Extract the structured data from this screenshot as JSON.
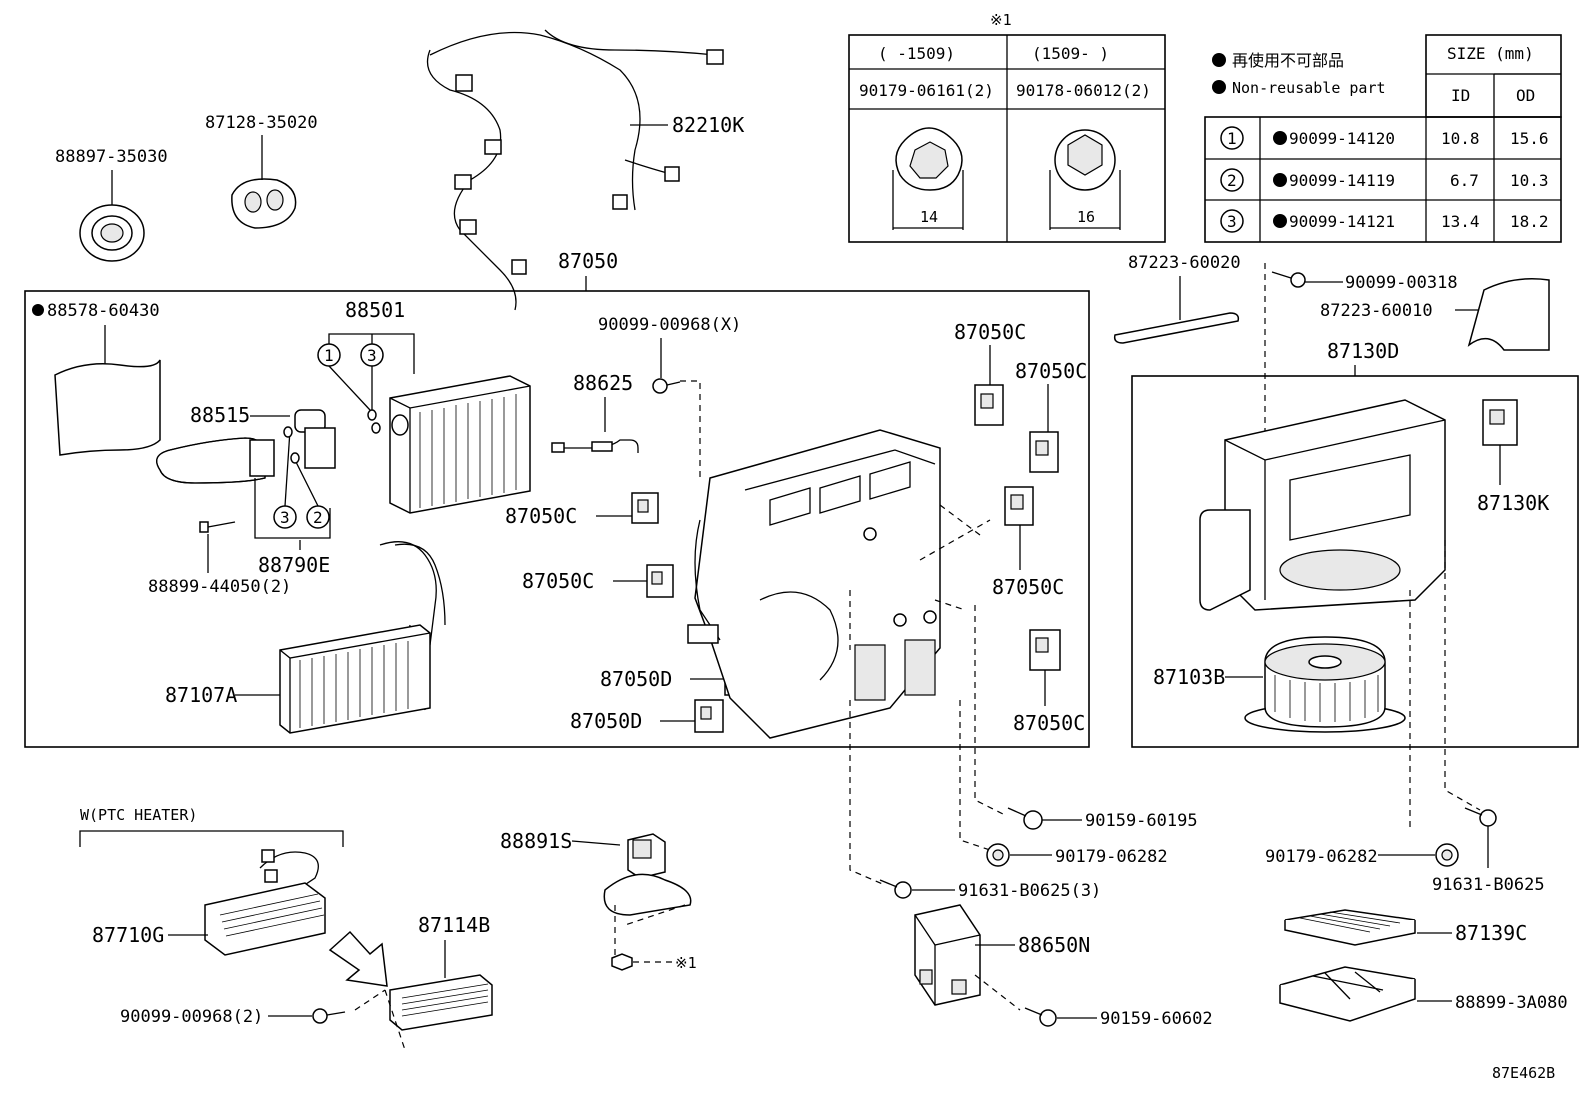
{
  "diagram_id": "87E462B",
  "note_mark": "※1",
  "parts": {
    "p88897": "88897-35030",
    "p87128": "87128-35020",
    "p82210K": "82210K",
    "p87050": "87050",
    "p88578": "88578-60430",
    "p88501": "88501",
    "p88515": "88515",
    "p88790E": "88790E",
    "p88899_44050": "88899-44050(2)",
    "p87107A": "87107A",
    "p90099_00968X": "90099-00968(X)",
    "p88625": "88625",
    "p87050C_a": "87050C",
    "p87050C_b": "87050C",
    "p87050C_c": "87050C",
    "p87050C_d": "87050C",
    "p87050C_e": "87050C",
    "p87050C_f": "87050C",
    "p87050D_a": "87050D",
    "p87050D_b": "87050D",
    "p87223_60020": "87223-60020",
    "p90099_00318": "90099-00318",
    "p87223_60010": "87223-60010",
    "p87130D": "87130D",
    "p87130K": "87130K",
    "p87103B": "87103B",
    "ptc_title": "W(PTC HEATER)",
    "p87710G": "87710G",
    "p87114B": "87114B",
    "p90099_00968_2": "90099-00968(2)",
    "p88891S": "88891S",
    "p90159_60195": "90159-60195",
    "p90179_06282_a": "90179-06282",
    "p91631_B0625_3": "91631-B0625(3)",
    "p88650N": "88650N",
    "p90159_60602": "90159-60602",
    "p90179_06282_b": "90179-06282",
    "p91631_B0625": "91631-B0625",
    "p87139C": "87139C",
    "p88899_3A080": "88899-3A080"
  },
  "circled": {
    "one": "1",
    "two": "2",
    "three": "3"
  },
  "nut_table": {
    "title": "※1",
    "col1_header": "(    -1509)",
    "col2_header": "(1509-     )",
    "col1_part": "90179-06161(2)",
    "col2_part": "90178-06012(2)",
    "col1_size": "14",
    "col2_size": "16"
  },
  "size_table": {
    "legend_jp": "再使用不可部品",
    "legend_en": "Non-reusable part",
    "size_header": "SIZE (mm)",
    "id_header": "ID",
    "od_header": "OD",
    "rows": [
      {
        "no": "1",
        "part": "90099-14120",
        "id": "10.8",
        "od": "15.6"
      },
      {
        "no": "2",
        "part": "90099-14119",
        "id": "6.7",
        "od": "10.3"
      },
      {
        "no": "3",
        "part": "90099-14121",
        "id": "13.4",
        "od": "18.2"
      }
    ]
  }
}
